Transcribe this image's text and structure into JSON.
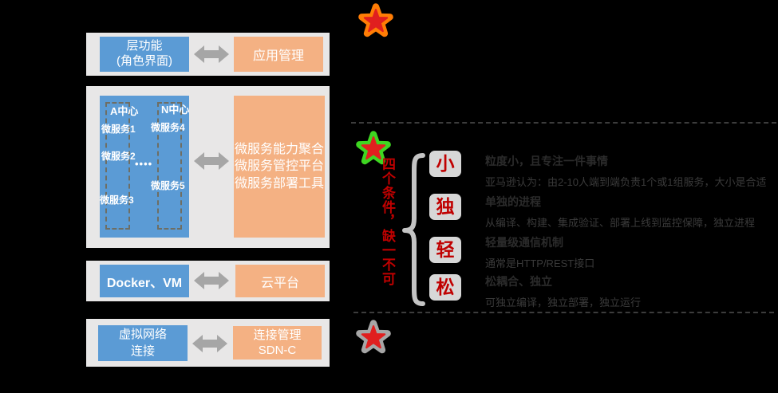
{
  "colors": {
    "blue": "#5b9bd5",
    "orange": "#f4b183",
    "panel_gray": "#e8e7e7",
    "arrow_gray": "#a6a6a6",
    "red_accent": "#c00000",
    "star_red": "#e01f1f",
    "star_halo_orange": "#ff7d05",
    "star_halo_green": "#3ed621",
    "star_halo_gray": "#a6a6a6",
    "key_box_gray": "#d7d7d7"
  },
  "diagram": {
    "layer1": {
      "left_line1": "层功能",
      "left_line2": "(角色界面)",
      "right": "应用管理"
    },
    "layer2": {
      "center_a": "A中心",
      "center_n": "N中心",
      "ms1": "微服务1",
      "ms2": "微服务2",
      "ms3": "微服务3",
      "ms4": "微服务4",
      "ms5": "微服务5",
      "dots": "••••",
      "right_line1": "微服务能力聚合",
      "right_line2": "微服务管控平台",
      "right_line3": "微服务部署工具"
    },
    "layer3": {
      "left": "Docker、VM",
      "right": "云平台"
    },
    "layer4": {
      "left_line1": "虚拟网络",
      "left_line2": "连接",
      "right_line1": "连接管理",
      "right_line2": "SDN-C"
    }
  },
  "annotation": {
    "vertical_label": "四个条件，缺一不可",
    "items": [
      {
        "key": "小",
        "heading": "粒度小，且专注一件事情",
        "body": "亚马逊认为：由2-10人端到端负责1个或1组服务，大小是合适"
      },
      {
        "key": "独",
        "heading": "单独的进程",
        "body": "从编译、构建、集成验证、部署上线到监控保障，独立进程"
      },
      {
        "key": "轻",
        "heading": "轻量级通信机制",
        "body": "通常是HTTP/REST接口"
      },
      {
        "key": "松",
        "heading": "松耦合、独立",
        "body": "可独立编译，独立部署，独立运行"
      }
    ]
  },
  "icons": {
    "star_top": "star-icon-orange",
    "star_middle": "star-icon-green",
    "star_bottom": "star-icon-gray",
    "arrow": "double-arrow-icon",
    "brace": "brace-icon"
  }
}
